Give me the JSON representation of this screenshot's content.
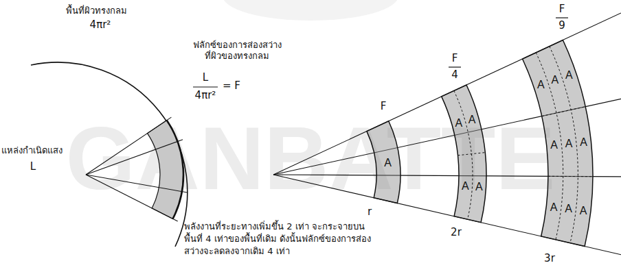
{
  "diagram": {
    "nodes": [
      {
        "text": [
          "A"
        ]
      },
      {
        "text": [
          "A",
          "A",
          "A",
          "A"
        ]
      },
      {
        "text": [
          "A",
          "A",
          "A",
          "A",
          "A",
          "A",
          "A",
          "A",
          "A"
        ]
      }
    ],
    "labels": [
      "GANBATTE",
      "พื้นที่ผิวทรงกลม",
      "4πr²",
      "แหล่งกำเนิดแสง",
      "L",
      "ฟลักซ์ของการส่องสว่าง ที่ผิวของทรงกลม",
      "L",
      "4πr²",
      "= F",
      "F",
      "F",
      "4",
      "F",
      "9",
      "r",
      "2r",
      "3r",
      "พลังงานที่ระยะทางเพิ่มขึ้น 2 เท่า จะกระจายบนพื้นที่ 4 เท่าของพื้นที่เดิม ดังนั้นฟลักซ์ของการส่องสว่างจะลดลงจากเดิม 4 เท่า"
    ]
  }
}
